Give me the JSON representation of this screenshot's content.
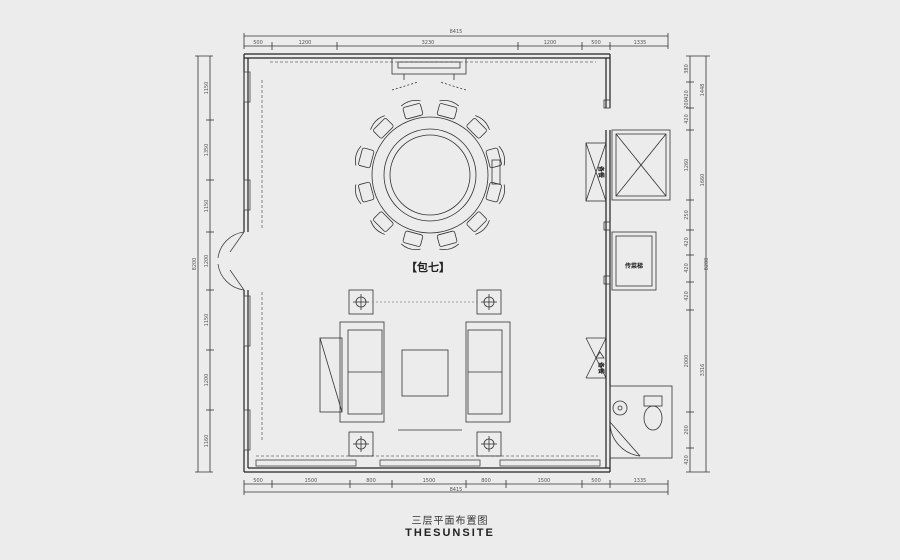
{
  "plan": {
    "room_label": "【包七】",
    "room_label_2": "备餐",
    "room_label_3": "传菜梯",
    "room_label_4": "备餐",
    "title": "三层平面布置图",
    "brand": "THESUNSITE"
  },
  "dimensions": {
    "top_total": "8415",
    "top": [
      "500",
      "1200",
      "3230",
      "1200",
      "500",
      "1335"
    ],
    "bottom_total": "8415",
    "bottom": [
      "500",
      "1500",
      "800",
      "1500",
      "800",
      "1500",
      "500",
      "1335"
    ],
    "left_total": "8200",
    "left": [
      "1150",
      "1350",
      "1150",
      "1200",
      "1150",
      "1200",
      "1160"
    ],
    "right_total": "8200",
    "right_inner": [
      "380",
      "420",
      "200",
      "420",
      "1260",
      "250",
      "420",
      "420",
      "420",
      "2000",
      "200",
      "420"
    ],
    "right_outer": [
      "1448",
      "1660",
      "3316"
    ]
  },
  "colors": {
    "background": "#ececec",
    "line": "#333333",
    "wall": "#222222"
  }
}
